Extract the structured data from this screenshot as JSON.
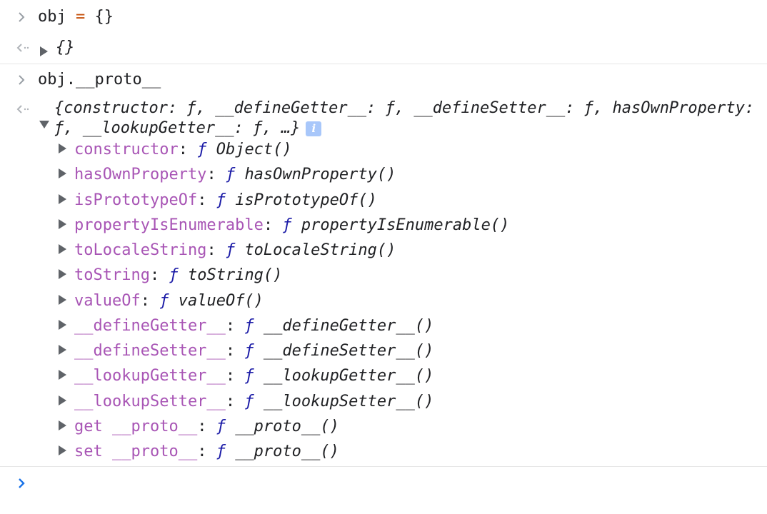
{
  "console": {
    "entries": [
      {
        "input": {
          "text": "obj",
          "operator": "=",
          "value": "{}"
        },
        "output": {
          "text": "{}"
        }
      },
      {
        "input": {
          "text": "obj.__proto__"
        },
        "output": {
          "summary": "{constructor: ƒ, __defineGetter__: ƒ, __defineSetter__: ƒ, hasOwnProperty: ƒ, __lookupGetter__: ƒ, …}",
          "info_badge": "i",
          "properties": [
            {
              "name": "constructor",
              "kw": "ƒ",
              "value": "Object()"
            },
            {
              "name": "hasOwnProperty",
              "kw": "ƒ",
              "value": "hasOwnProperty()"
            },
            {
              "name": "isPrototypeOf",
              "kw": "ƒ",
              "value": "isPrototypeOf()"
            },
            {
              "name": "propertyIsEnumerable",
              "kw": "ƒ",
              "value": "propertyIsEnumerable()"
            },
            {
              "name": "toLocaleString",
              "kw": "ƒ",
              "value": "toLocaleString()"
            },
            {
              "name": "toString",
              "kw": "ƒ",
              "value": "toString()"
            },
            {
              "name": "valueOf",
              "kw": "ƒ",
              "value": "valueOf()"
            },
            {
              "name": "__defineGetter__",
              "kw": "ƒ",
              "value": "__defineGetter__()"
            },
            {
              "name": "__defineSetter__",
              "kw": "ƒ",
              "value": "__defineSetter__()"
            },
            {
              "name": "__lookupGetter__",
              "kw": "ƒ",
              "value": "__lookupGetter__()"
            },
            {
              "name": "__lookupSetter__",
              "kw": "ƒ",
              "value": "__lookupSetter__()"
            },
            {
              "name": "get __proto__",
              "kw": "ƒ",
              "value": "__proto__()"
            },
            {
              "name": "set __proto__",
              "kw": "ƒ",
              "value": "__proto__()"
            }
          ]
        }
      }
    ],
    "colon": ":",
    "icons": {
      "input_prompt": "chevron-right-icon",
      "output_arrow": "return-arrow-icon",
      "expand_collapsed": "triangle-right-icon",
      "expand_open": "triangle-down-icon",
      "active_prompt": "chevron-right-icon"
    },
    "colors": {
      "property_name": "#a855b5",
      "function_keyword": "#1a1aa6",
      "operator": "#c5500b",
      "prompt_active": "#1a73e8",
      "gutter_icon": "#9aa0a6",
      "info_badge": "#a8c7fa"
    }
  }
}
